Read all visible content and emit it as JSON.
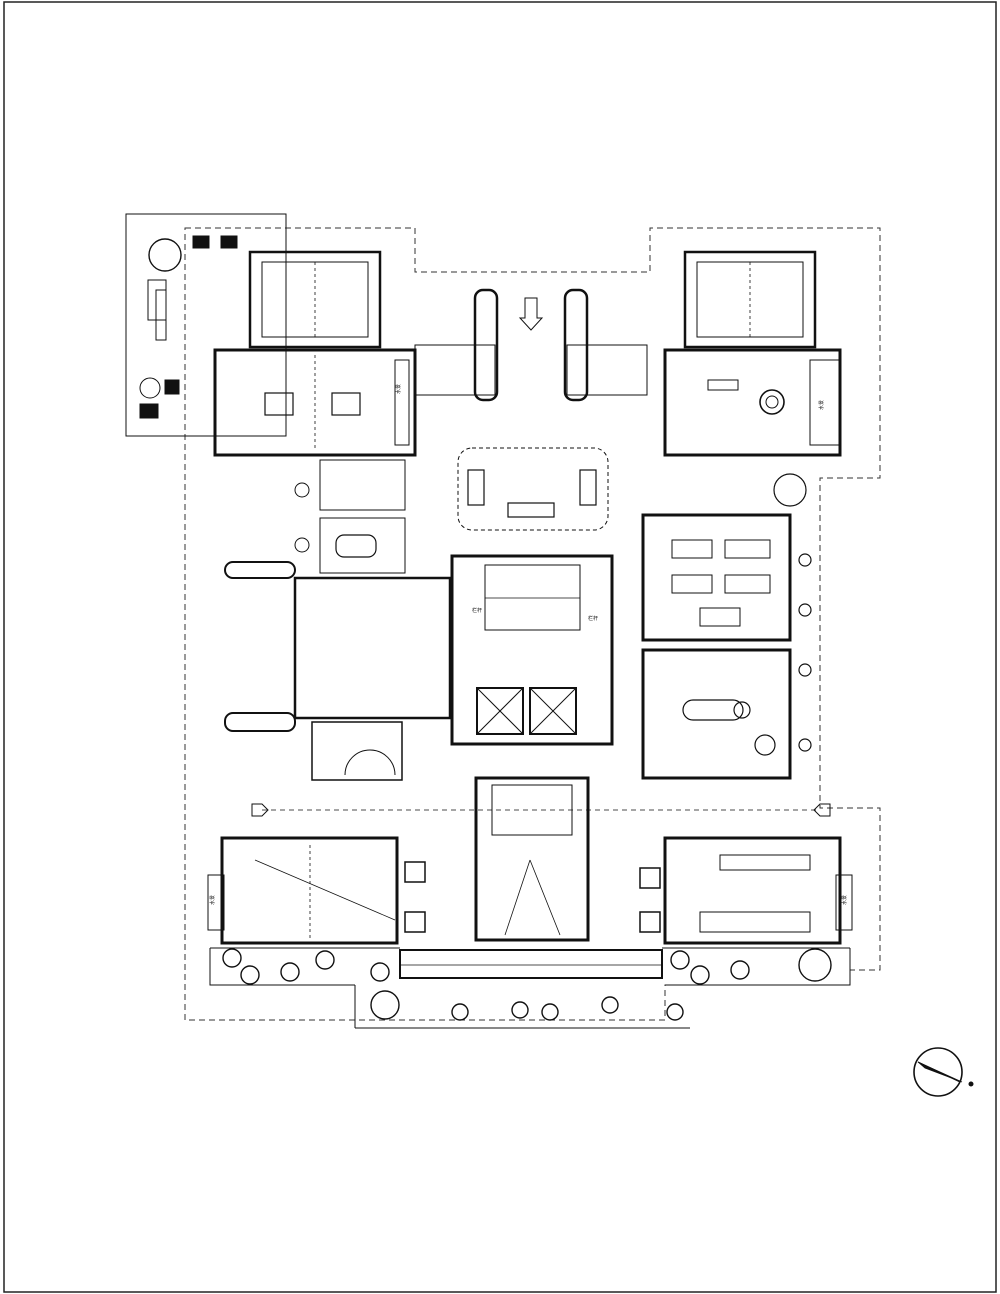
{
  "plan": {
    "room_labels": {
      "stair_top_left": "栏杆",
      "stair_right": "栏杆",
      "top_left_tag": "水景",
      "top_right_tag": "水景",
      "bottom_left_tag": "水景",
      "bottom_right_tag": "水景"
    },
    "north_arrow": {
      "icon": "north-arrow-icon"
    }
  }
}
